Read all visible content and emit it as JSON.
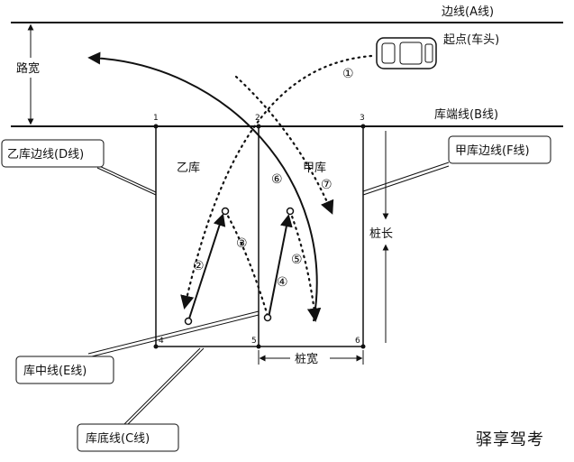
{
  "labels": {
    "line_a": "边线(A线)",
    "start_point": "起点(车头)",
    "road_width": "路宽",
    "line_b": "库端线(B线)",
    "bay_b_side": "乙库边线(D线)",
    "bay_a_side": "甲库边线(F线)",
    "bay_b": "乙库",
    "bay_a": "甲库",
    "pile_length": "桩长",
    "pile_width": "桩宽",
    "line_e": "库中线(E线)",
    "line_c": "库底线(C线)",
    "watermark": "驿享驾考"
  },
  "points": [
    "1",
    "2",
    "3",
    "4",
    "5",
    "6"
  ],
  "steps": [
    "①",
    "②",
    "③",
    "④",
    "⑤",
    "⑥",
    "⑦"
  ]
}
